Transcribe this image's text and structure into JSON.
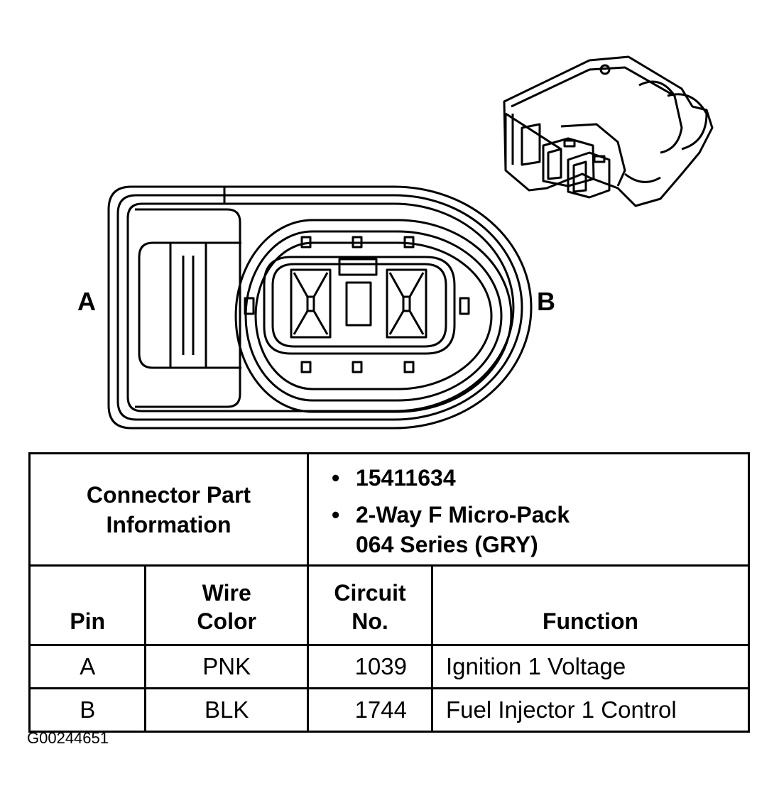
{
  "pins": {
    "a": "A",
    "b": "B"
  },
  "info": {
    "label_line1": "Connector Part",
    "label_line2": "Information",
    "part_number": "15411634",
    "desc_line1": "2-Way F Micro-Pack",
    "desc_line2": "064 Series (GRY)"
  },
  "headers": {
    "pin": "Pin",
    "wire_line1": "Wire",
    "wire_line2": "Color",
    "circuit_line1": "Circuit",
    "circuit_line2": "No.",
    "function": "Function"
  },
  "rows": [
    {
      "pin": "A",
      "color": "PNK",
      "circuit": "1039",
      "function": "Ignition 1 Voltage"
    },
    {
      "pin": "B",
      "color": "BLK",
      "circuit": "1744",
      "function": "Fuel Injector 1 Control"
    }
  ],
  "figure_id": "G00244651"
}
